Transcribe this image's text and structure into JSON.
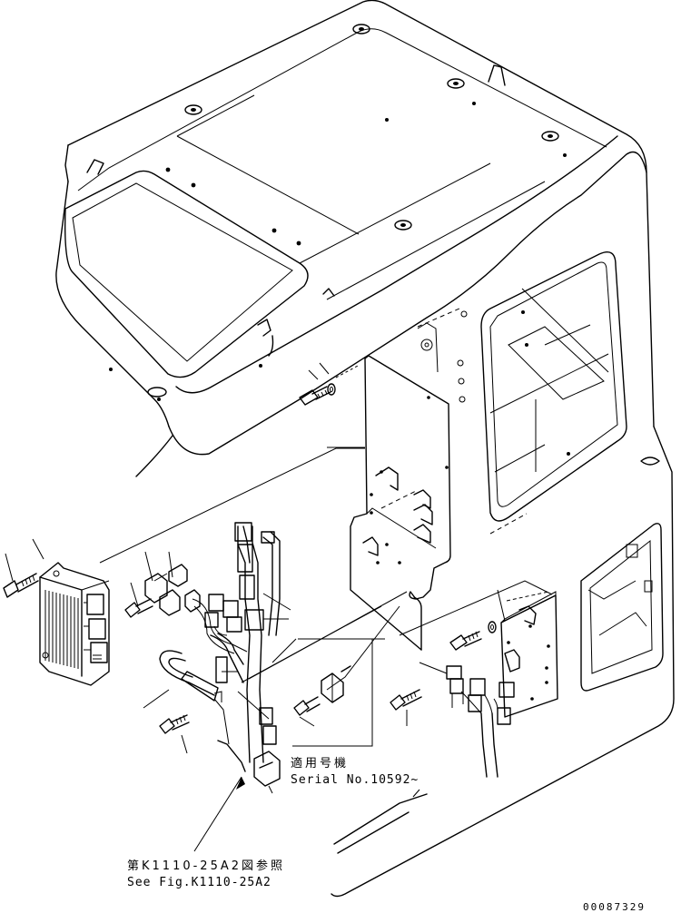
{
  "notes": {
    "serial_jp": "適用号機",
    "serial_en": "Serial No.10592~",
    "ref_jp": "第K1110-25A2図参照",
    "ref_en": "See Fig.K1110-25A2"
  },
  "drawing_code": "00087329",
  "icons": {
    "controller": "ecu-controller-icon",
    "bolt": "bolt-icon",
    "bracket": "bracket-plate-icon",
    "relay": "relay-icon",
    "harness": "wiring-harness-icon"
  }
}
